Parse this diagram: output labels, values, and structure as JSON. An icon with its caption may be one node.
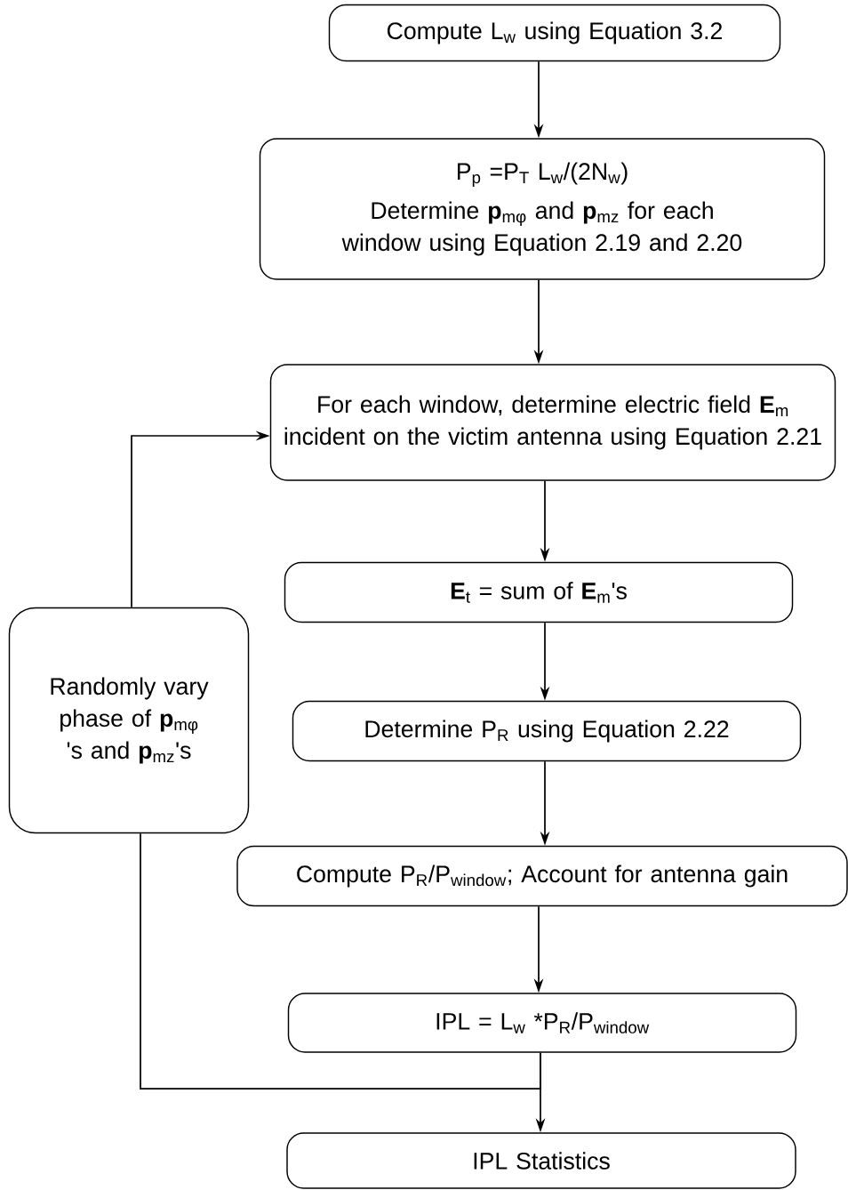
{
  "diagram": {
    "nodes": [
      {
        "text": [
          "Compute L$_{w}$ using Equation 3.2"
        ]
      },
      {
        "text": [
          "P$_{p}$ =P$_{T}$ L$_{w}$/(2N$_{w}$)",
          "Determine **p**$_{mφ}$ and **p**$_{mz}$ for each window using Equation 2.19 and 2.20"
        ]
      },
      {
        "text": [
          "For each window, determine electric field **E**$_{m}$ incident on the victim antenna using Equation 2.21"
        ]
      },
      {
        "text": [
          "**E**$_{t}$ = sum of **E**$_{m}$'s"
        ]
      },
      {
        "text": [
          "Determine P$_{R}$ using Equation 2.22"
        ]
      },
      {
        "text": [
          "Compute P$_{R}$/P$_{window}$; Account for antenna gain"
        ]
      },
      {
        "text": [
          "IPL = L$_{w}$ *P$_{R}$/P$_{window}$"
        ]
      },
      {
        "text": [
          "IPL Statistics"
        ]
      },
      {
        "text": [
          "Randomly vary phase of **p**$_{mφ}$ 's and **p**$_{mz}$'s"
        ]
      }
    ],
    "edges": [
      {
        "from": 0,
        "to": 1,
        "arrow": "to"
      },
      {
        "from": 1,
        "to": 2,
        "arrow": "to"
      },
      {
        "from": 2,
        "to": 3,
        "arrow": "to"
      },
      {
        "from": 3,
        "to": 4,
        "arrow": "to"
      },
      {
        "from": 4,
        "to": 5,
        "arrow": "to"
      },
      {
        "from": 5,
        "to": 6,
        "arrow": "to"
      },
      {
        "from": 6,
        "to": 7,
        "arrow": "to"
      },
      {
        "from": 6,
        "to": 8,
        "arrow": "none"
      },
      {
        "from": 8,
        "to": 2,
        "arrow": "to"
      }
    ]
  }
}
